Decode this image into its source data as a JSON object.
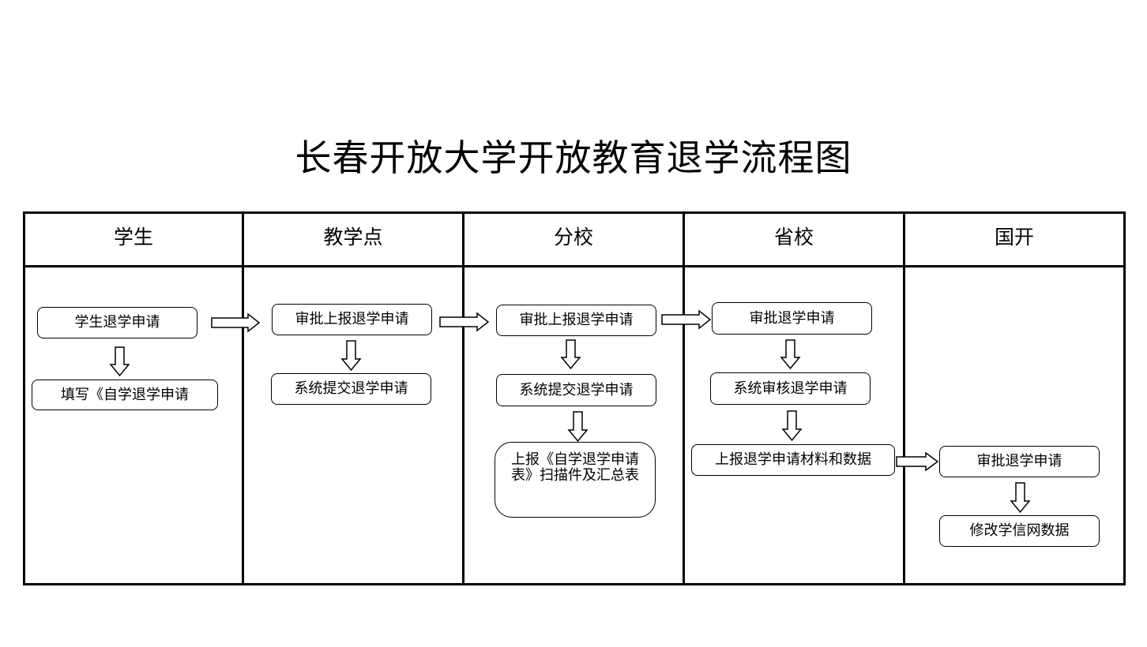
{
  "title": "长春开放大学开放教育退学流程图",
  "columns": [
    "学生",
    "教学点",
    "分校",
    "省校",
    "国开"
  ],
  "nodes": {
    "student_apply": "学生退学申请",
    "student_fill": "填写《自学退学申请",
    "point_approve": "审批上报退学申请",
    "point_submit": "系统提交退学申请",
    "branch_approve": "审批上报退学申请",
    "branch_submit": "系统提交退学申请",
    "branch_report": "上报《自学退学申请表》扫描件及汇总表",
    "province_approve": "审批退学申请",
    "province_review": "系统审核退学申请",
    "province_report": "上报退学申请材料和数据",
    "national_approve": "审批退学申请",
    "national_modify": "修改学信网数据"
  }
}
